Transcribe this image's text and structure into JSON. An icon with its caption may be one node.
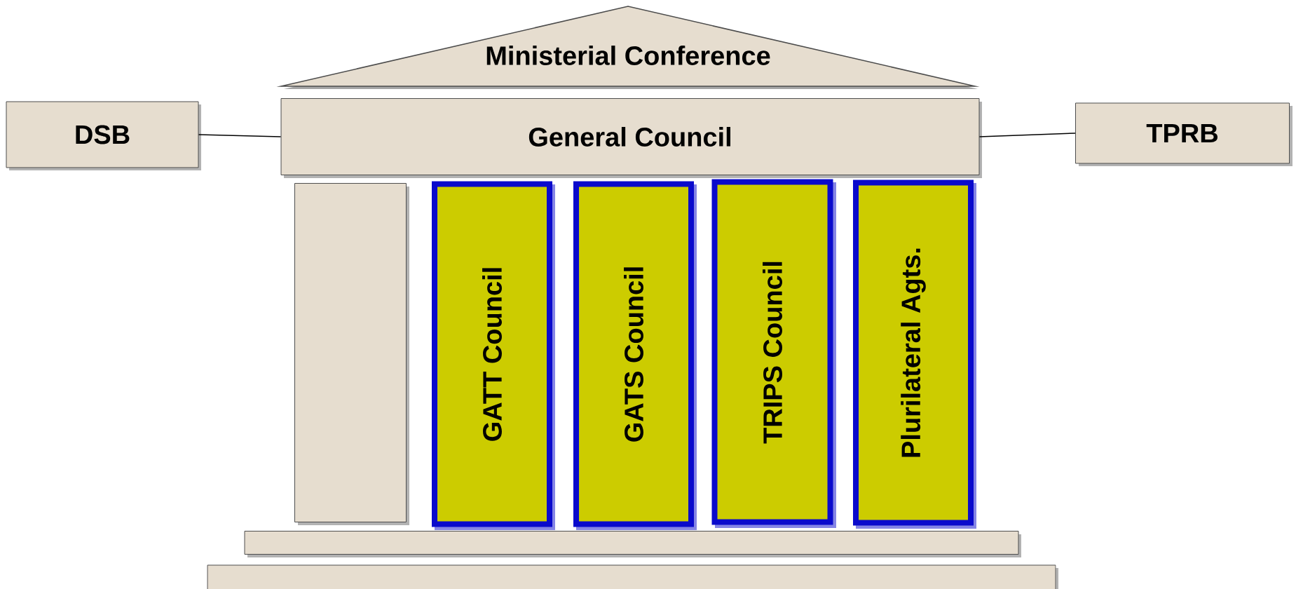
{
  "diagram": {
    "nodes": [
      {
        "text": [
          "Ministerial Conference"
        ]
      },
      {
        "text": [
          "General Council"
        ]
      },
      {
        "text": [
          "DSB"
        ]
      },
      {
        "text": [
          "TPRB"
        ]
      },
      {
        "text": [],
        "shape": "box"
      },
      {
        "text": [
          "GATT Council"
        ]
      },
      {
        "text": [
          "GATS Council"
        ]
      },
      {
        "text": [
          "TRIPS Council"
        ]
      },
      {
        "text": [
          "Plurilateral Agts."
        ]
      },
      {
        "text": [],
        "shape": "box"
      },
      {
        "text": [],
        "shape": "box"
      }
    ],
    "edges": [
      {
        "from": 2,
        "to": 1,
        "arrow": "none"
      },
      {
        "from": 1,
        "to": 3,
        "arrow": "none"
      }
    ]
  }
}
